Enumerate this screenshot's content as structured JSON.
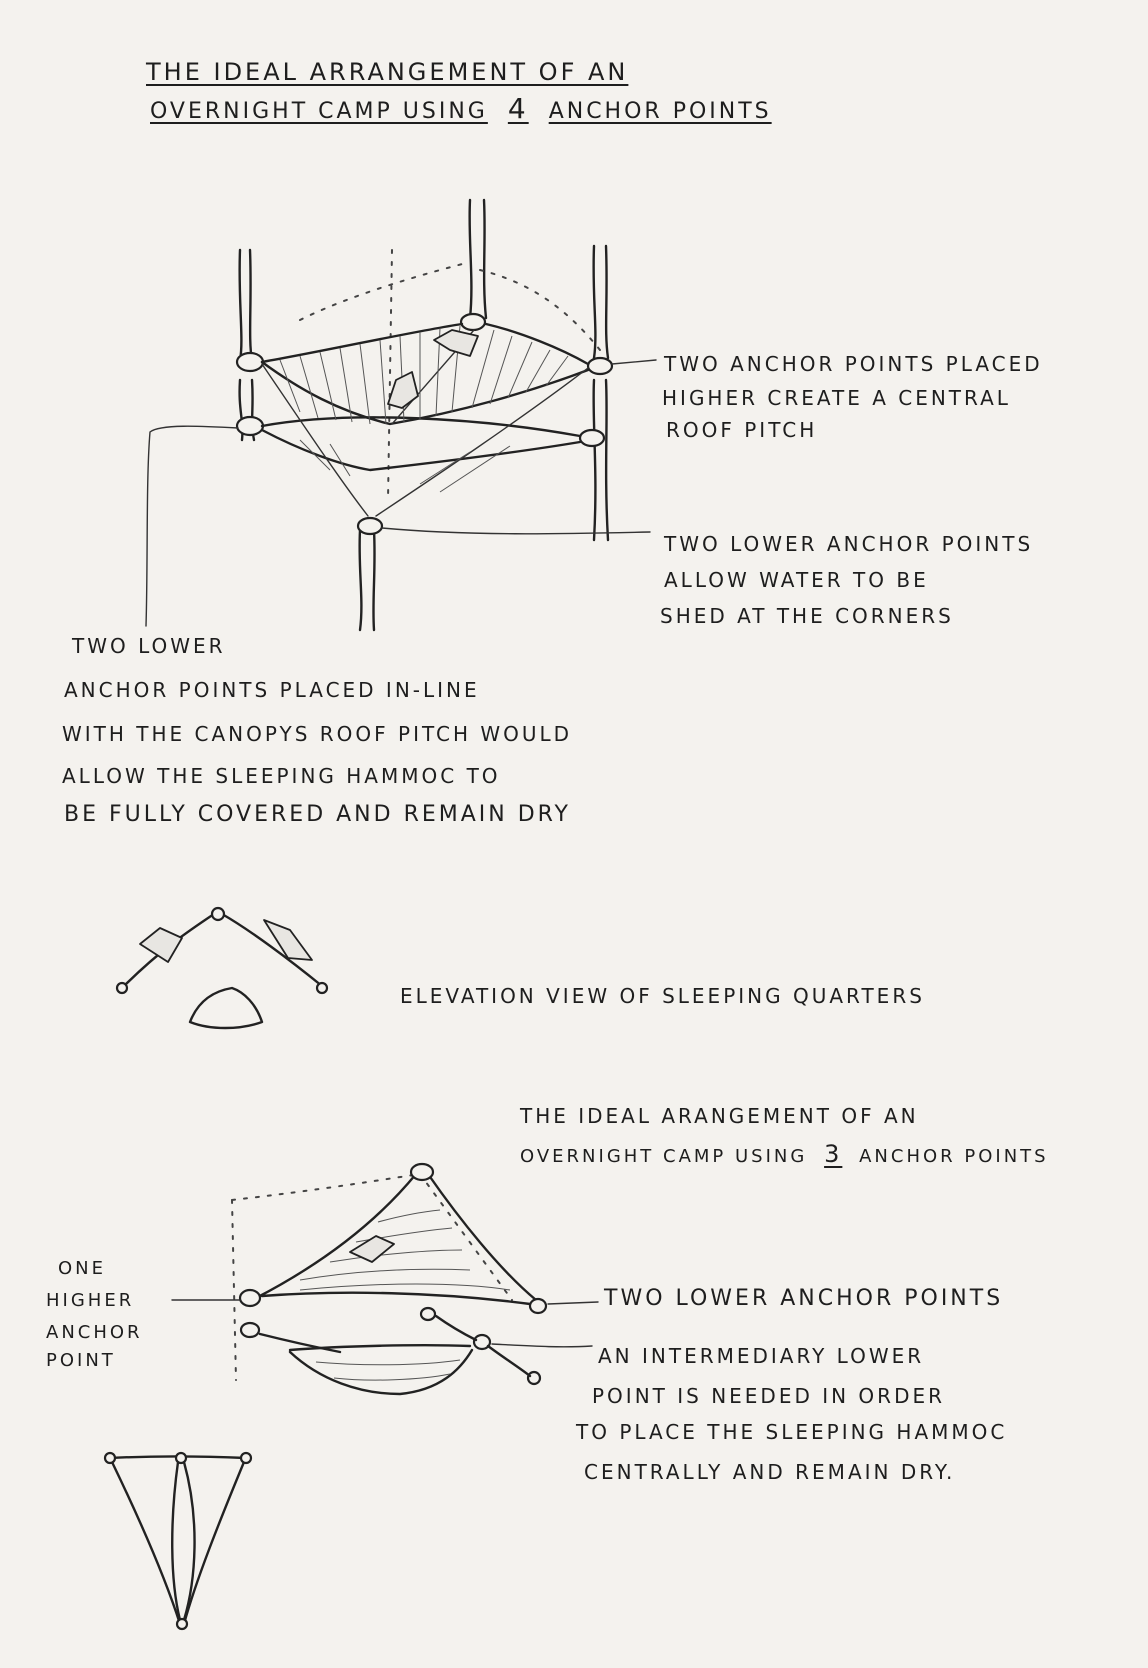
{
  "heading": {
    "line1": "THE IDEAL ARRANGEMENT OF AN",
    "line2_pre": "OVERNIGHT CAMP USING",
    "line2_num": "4",
    "line2_post": "ANCHOR POINTS"
  },
  "four_point_diagram": {
    "label_high": [
      "TWO ANCHOR POINTS PLACED",
      "HIGHER CREATE A CENTRAL",
      "ROOF PITCH"
    ],
    "label_low": [
      "TWO LOWER ANCHOR POINTS",
      "ALLOW WATER TO BE",
      "SHED AT THE CORNERS"
    ],
    "label_inline": [
      "TWO LOWER",
      "ANCHOR POINTS PLACED IN-LINE",
      "WITH THE CANOPYS ROOF PITCH WOULD",
      "ALLOW THE SLEEPING HAMMOC TO",
      "BE FULLY COVERED AND REMAIN DRY"
    ]
  },
  "elevation": {
    "label": "ELEVATION VIEW OF SLEEPING QUARTERS"
  },
  "three_point_diagram": {
    "heading": {
      "line1": "THE IDEAL ARANGEMENT OF AN",
      "line2_pre": "OVERNIGHT CAMP USING",
      "line2_num": "3",
      "line2_post": "ANCHOR POINTS"
    },
    "label_higher": [
      "ONE",
      "HIGHER",
      "ANCHOR",
      "POINT"
    ],
    "label_lower": "TWO LOWER ANCHOR POINTS",
    "label_intermediary": [
      "AN INTERMEDIARY LOWER",
      "POINT IS NEEDED IN ORDER",
      "TO PLACE THE SLEEPING HAMMOC",
      "CENTRALLY AND REMAIN DRY."
    ]
  }
}
